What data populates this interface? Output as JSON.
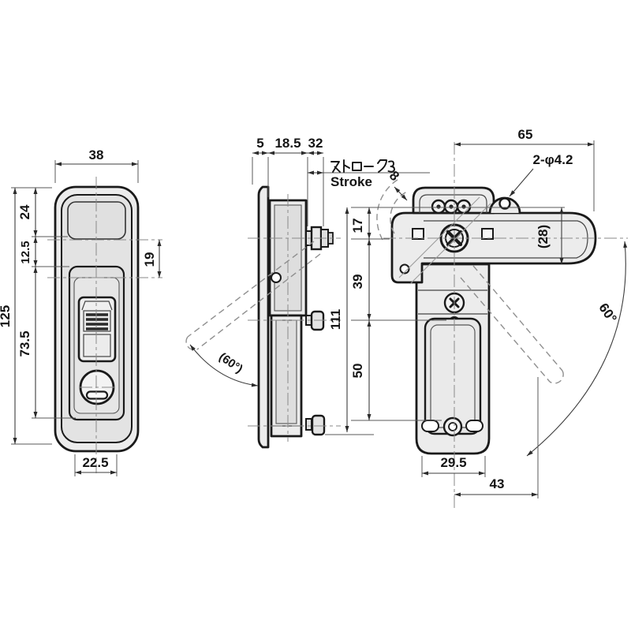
{
  "colors": {
    "background": "#ffffff",
    "outline": "#1a1a1a",
    "dimension": "#3d3d3d",
    "part_fill": "#ececec"
  },
  "front_view": {
    "width_top": "38",
    "overall_height": "125",
    "seg_top": "24",
    "seg_mid": "12.5",
    "seg_bottom": "73.5",
    "recess_height": "19",
    "bottom_width": "22.5"
  },
  "side_view": {
    "flange_thickness": "5",
    "body_depth": "18.5",
    "overall_depth": "32",
    "stroke_label_jp": "ストローク3",
    "stroke_label_en": "Stroke",
    "open_angle": "(60°)"
  },
  "rear_view": {
    "handle_length": "65",
    "hole_callout": "2-φ4.2",
    "handle_width": "(28)",
    "lift_clearance": "8",
    "seg_top": "17",
    "seg_mid": "39",
    "seg_bottom": "50",
    "overall_height": "111",
    "body_width": "29.5",
    "swing_radius": "43",
    "open_angle": "60°"
  }
}
